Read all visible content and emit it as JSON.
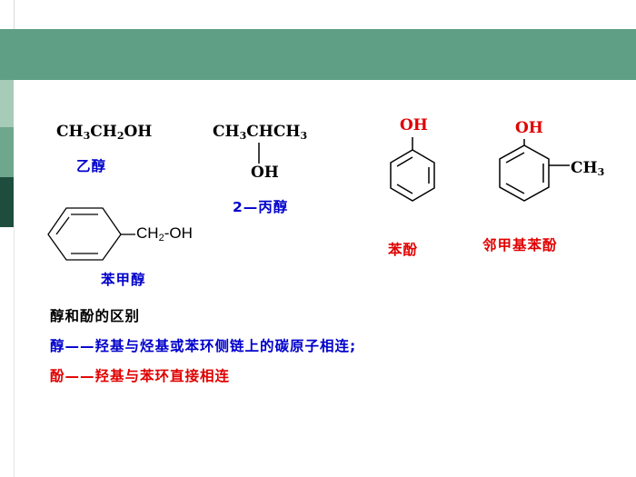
{
  "compounds": {
    "ethanol": {
      "formula": [
        "CH",
        "3",
        "CH",
        "2",
        "OH"
      ],
      "name": "乙醇"
    },
    "propanol2": {
      "formula": [
        "CH",
        "3",
        "CHCH",
        "3"
      ],
      "substituent": "OH",
      "name": "2—丙醇"
    },
    "phenol": {
      "substituent": "OH",
      "name": "苯酚"
    },
    "o_cresol": {
      "substituent": "OH",
      "methyl": [
        "CH",
        "3"
      ],
      "name": "邻甲基苯酚"
    },
    "benzyl_alcohol": {
      "side_chain": [
        "CH",
        "2",
        "-OH"
      ],
      "name": "苯甲醇"
    }
  },
  "notes": {
    "heading": "醇和酚的区别",
    "alcohol_label": "醇",
    "alcohol_dash": "——",
    "alcohol_text": "羟基与烃基或苯环侧链上的碳原子相连;",
    "phenol_label": "酚",
    "phenol_dash": "——",
    "phenol_text": "羟基与苯环直接相连"
  },
  "colors": {
    "theme_green": "#5f9f86",
    "red": "#e00000",
    "blue": "#0000cc"
  }
}
